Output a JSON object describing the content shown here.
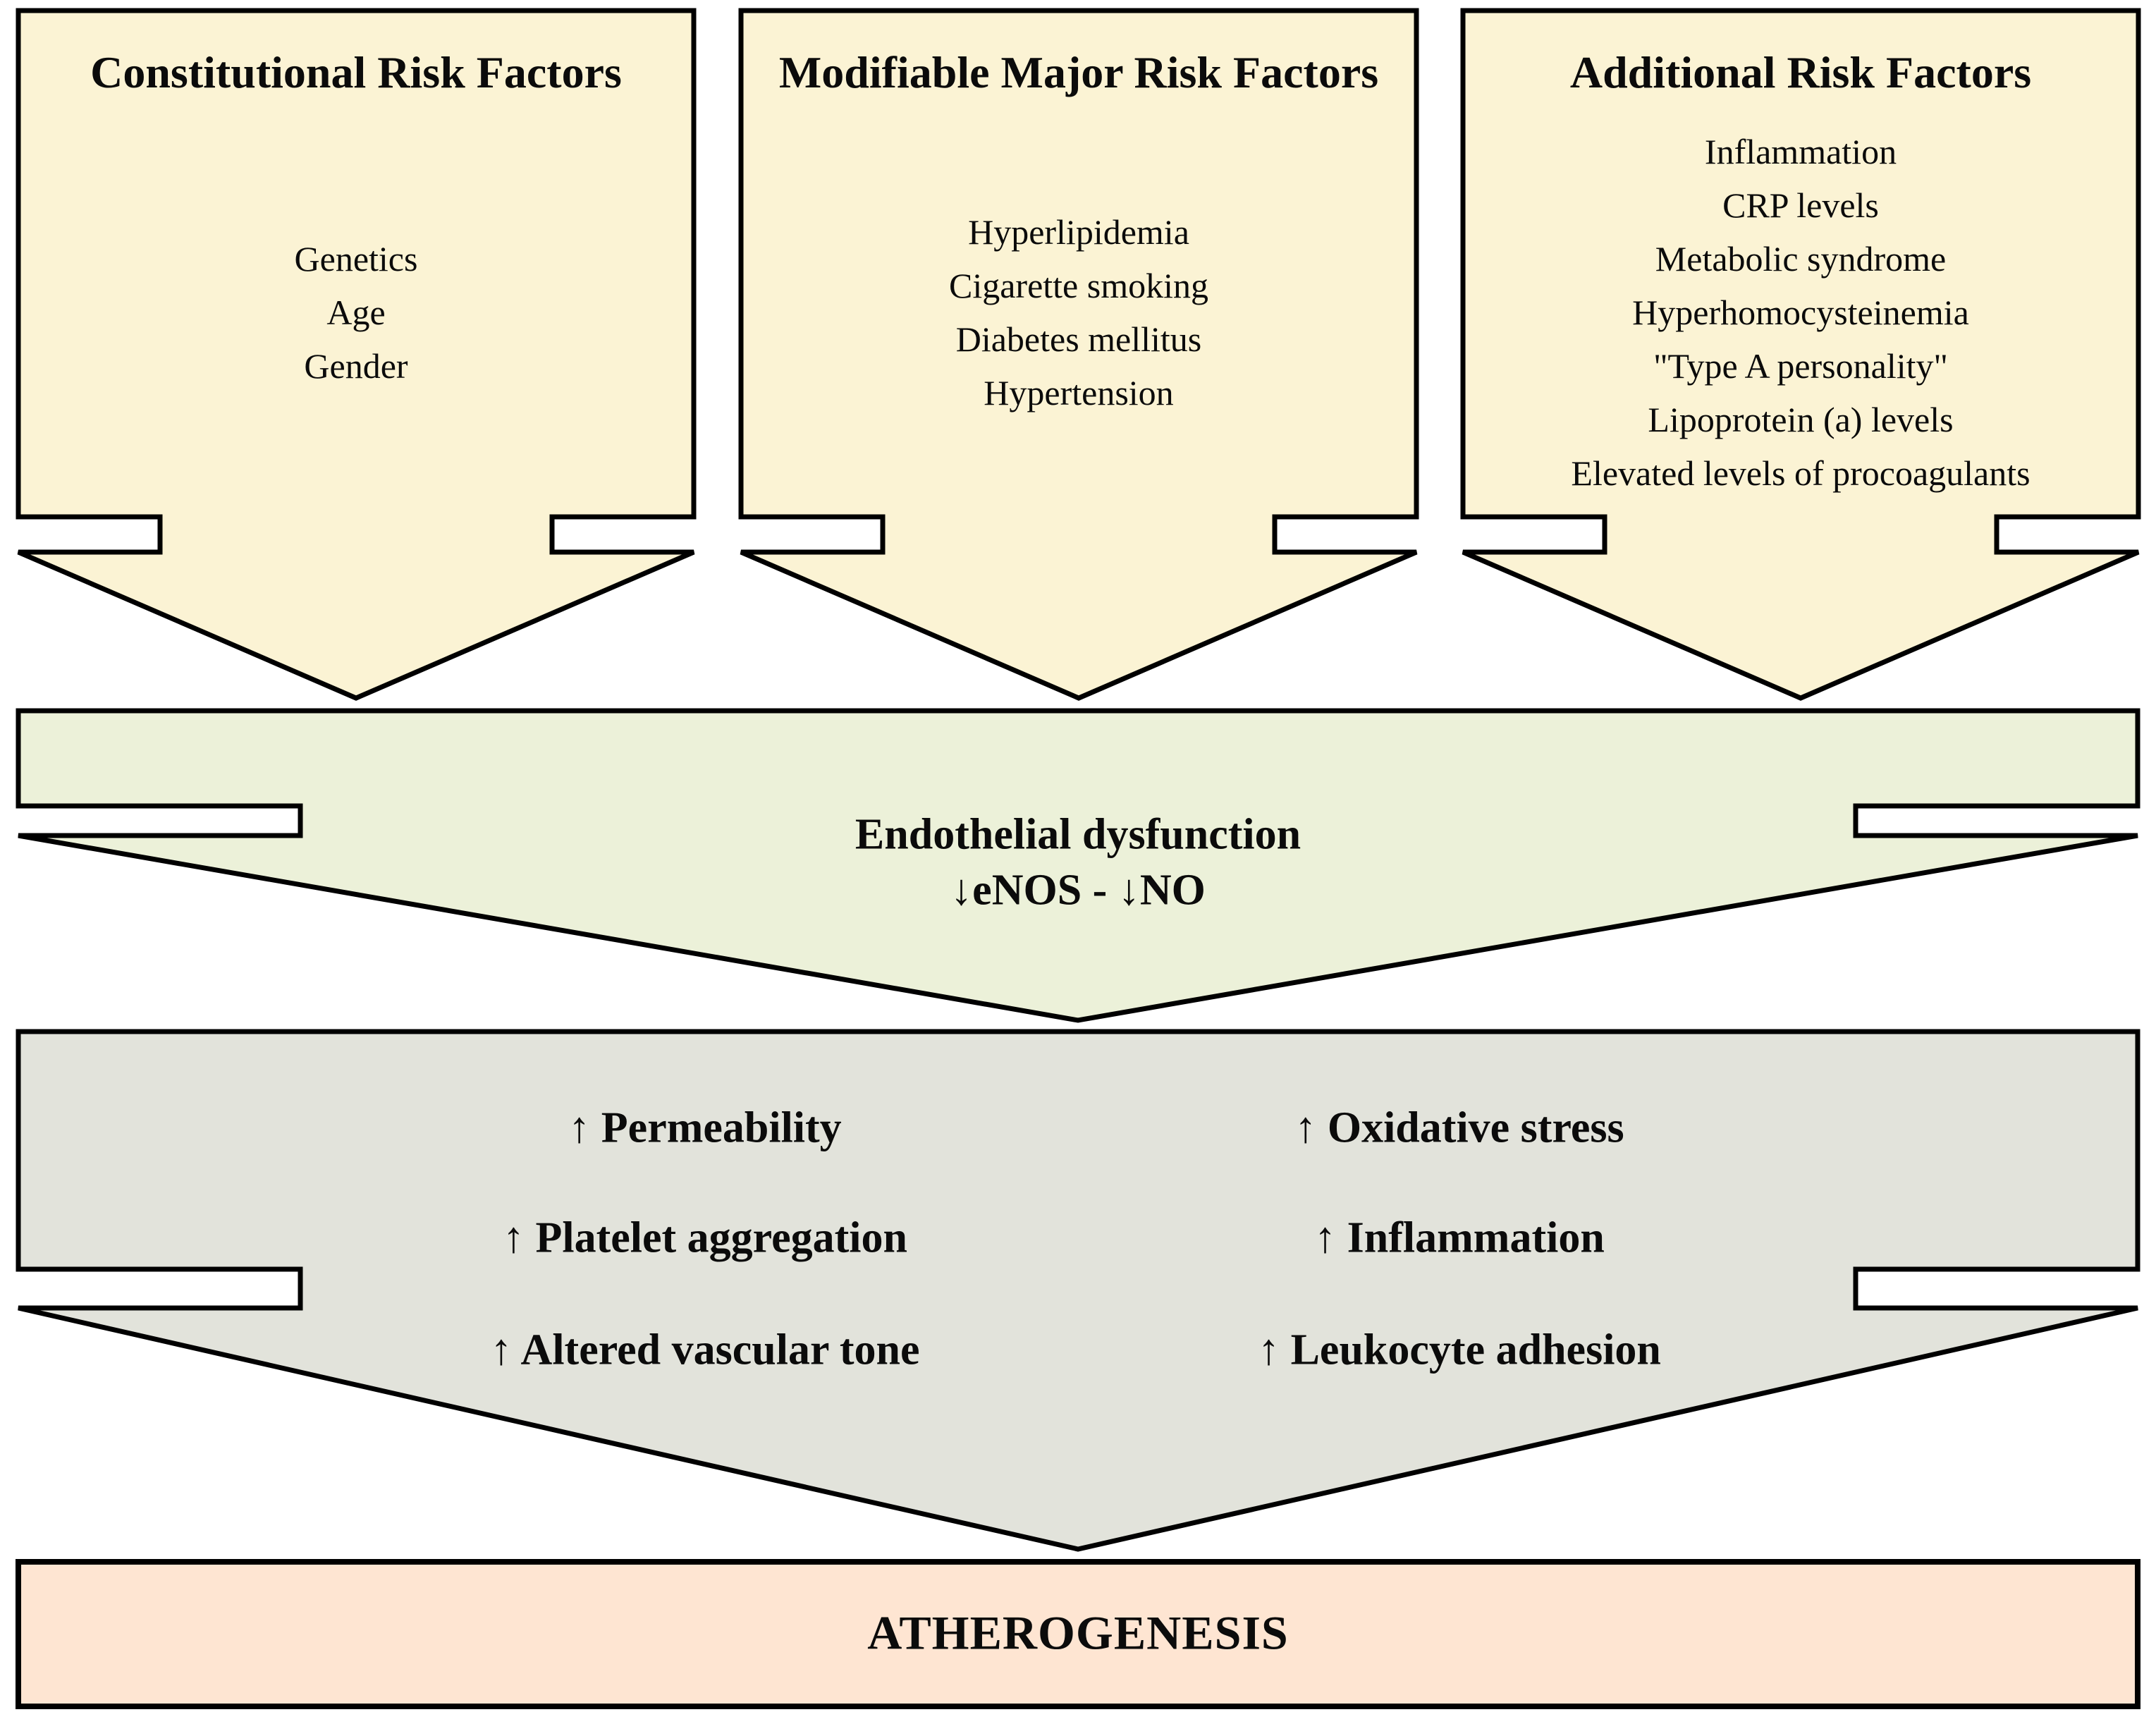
{
  "diagram": {
    "top_boxes": [
      {
        "title": "Constitutional Risk Factors",
        "items": [
          "Genetics",
          "Age",
          "Gender"
        ]
      },
      {
        "title": "Modifiable Major Risk Factors",
        "items": [
          "Hyperlipidemia",
          "Cigarette smoking",
          "Diabetes mellitus",
          "Hypertension"
        ]
      },
      {
        "title": "Additional Risk Factors",
        "items": [
          "Inflammation",
          "CRP levels",
          "Metabolic syndrome",
          "Hyperhomocysteinemia",
          "\"Type A personality\"",
          "Lipoprotein (a) levels",
          "Elevated levels of procoagulants"
        ]
      }
    ],
    "endothelial": {
      "line1": "Endothelial dysfunction",
      "line2": "↓eNOS - ↓NO"
    },
    "effects": {
      "left": [
        "↑ Permeability",
        "↑ Platelet aggregation",
        "↑ Altered vascular tone"
      ],
      "right": [
        "↑ Oxidative stress",
        "↑ Inflammation",
        "↑ Leukocyte adhesion"
      ]
    },
    "outcome": {
      "label": "ATHEROGENESIS"
    },
    "colors": {
      "cream": "#FBF3D4",
      "green": "#ECF1D9",
      "gray": "#E2E3DB",
      "pink": "#FEE5D2",
      "stroke": "#000000"
    }
  }
}
